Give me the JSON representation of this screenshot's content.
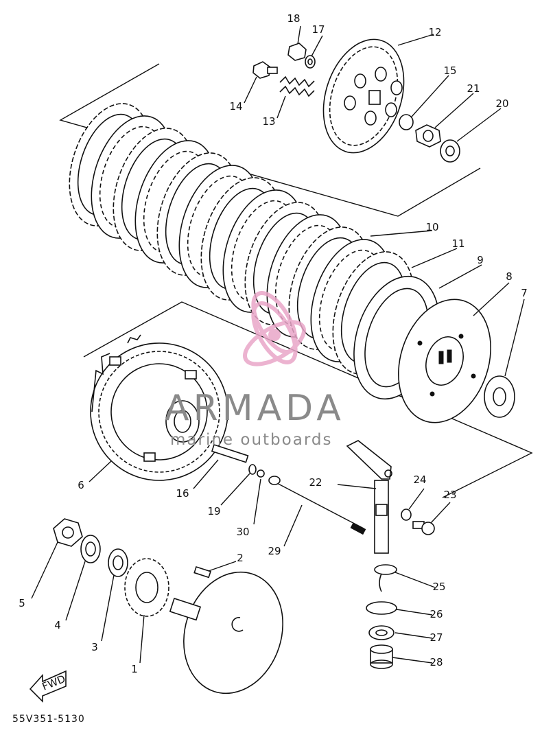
{
  "diagram_code": "55V351-5130",
  "fwd_label": "FWD",
  "watermark": {
    "brand": "ARMADA",
    "tagline": "marine outboards",
    "logo_color": "#e9a6c8",
    "text_color": "#8a8a8a"
  },
  "callouts": [
    {
      "id": "1",
      "label": "1"
    },
    {
      "id": "2",
      "label": "2"
    },
    {
      "id": "3",
      "label": "3"
    },
    {
      "id": "4",
      "label": "4"
    },
    {
      "id": "5",
      "label": "5"
    },
    {
      "id": "6",
      "label": "6"
    },
    {
      "id": "7",
      "label": "7"
    },
    {
      "id": "8",
      "label": "8"
    },
    {
      "id": "9",
      "label": "9"
    },
    {
      "id": "10",
      "label": "10"
    },
    {
      "id": "11",
      "label": "11"
    },
    {
      "id": "12",
      "label": "12"
    },
    {
      "id": "13",
      "label": "13"
    },
    {
      "id": "14",
      "label": "14"
    },
    {
      "id": "15",
      "label": "15"
    },
    {
      "id": "16",
      "label": "16"
    },
    {
      "id": "17",
      "label": "17"
    },
    {
      "id": "18",
      "label": "18"
    },
    {
      "id": "19",
      "label": "19"
    },
    {
      "id": "20",
      "label": "20"
    },
    {
      "id": "21",
      "label": "21"
    },
    {
      "id": "22",
      "label": "22"
    },
    {
      "id": "23",
      "label": "23"
    },
    {
      "id": "24",
      "label": "24"
    },
    {
      "id": "25",
      "label": "25"
    },
    {
      "id": "26",
      "label": "26"
    },
    {
      "id": "27",
      "label": "27"
    },
    {
      "id": "28",
      "label": "28"
    },
    {
      "id": "29",
      "label": "29"
    },
    {
      "id": "30",
      "label": "30"
    }
  ]
}
